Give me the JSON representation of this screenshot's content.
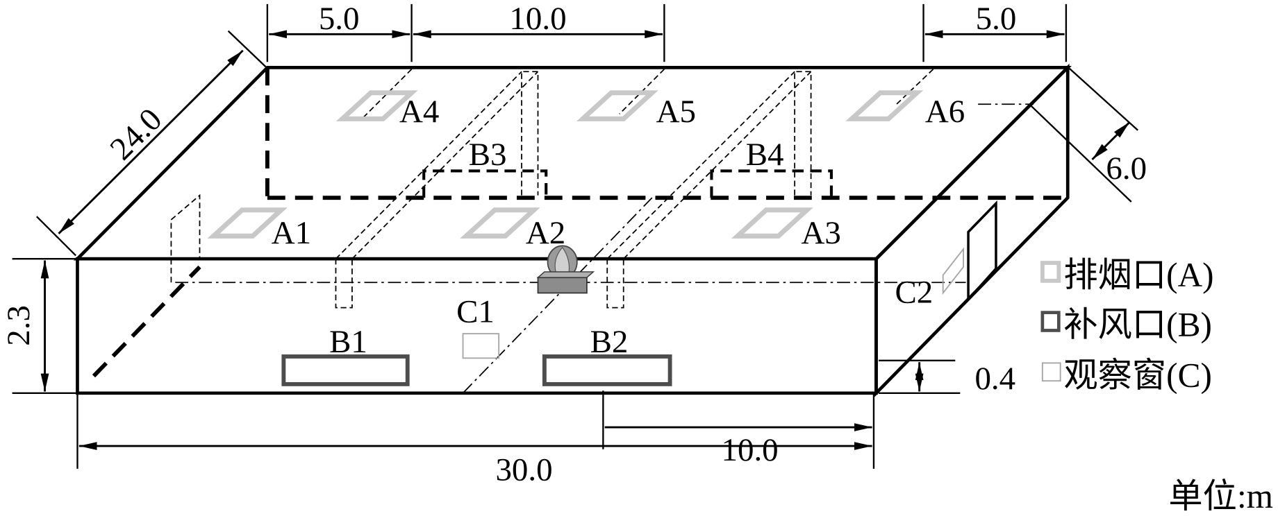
{
  "dimensions": {
    "top_left_span": "5.0",
    "top_middle_span": "10.0",
    "top_right_span": "5.0",
    "depth": "24.0",
    "right_offset": "6.0",
    "height": "2.3",
    "vent_height": "0.4",
    "bottom_partial": "10.0",
    "total_length": "30.0"
  },
  "exhaust_vents": [
    "A1",
    "A2",
    "A3",
    "A4",
    "A5",
    "A6"
  ],
  "supply_vents": [
    "B1",
    "B2",
    "B3",
    "B4"
  ],
  "windows": [
    "C1",
    "C2"
  ],
  "legend": {
    "exhaust": "排烟口(A)",
    "supply": "补风口(B)",
    "window": "观察窗(C)"
  },
  "unit_label": "单位:m",
  "colors": {
    "line": "#000000",
    "exhaust_vent": "#c8c8c8",
    "supply_vent": "#4d4d4d",
    "window": "#a6a6a6",
    "fire_source": "#8c8c8c"
  }
}
